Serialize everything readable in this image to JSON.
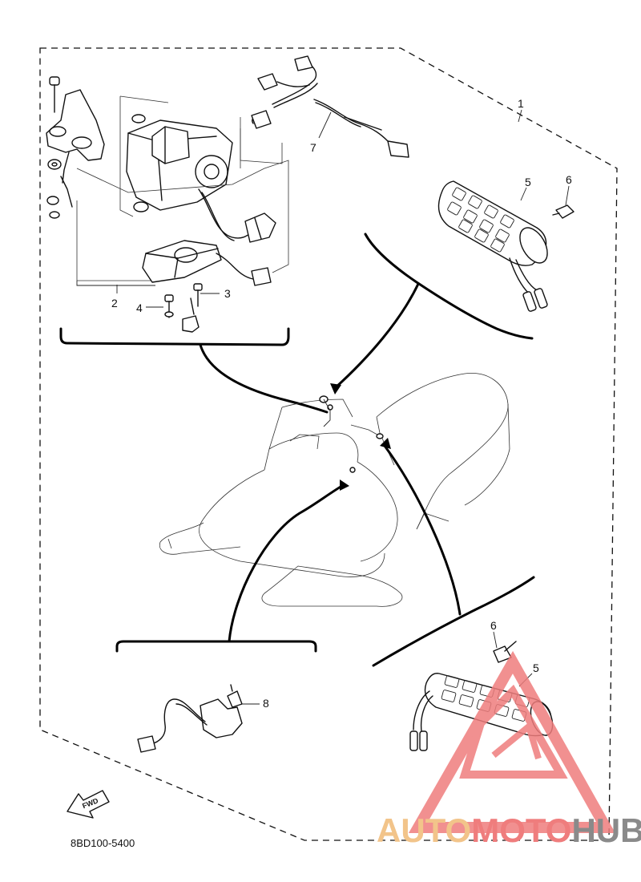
{
  "diagram": {
    "code": "8BD100-5400",
    "fwd_label": "FWD",
    "callouts": {
      "c1": "1",
      "c2": "2",
      "c3": "3",
      "c4": "4",
      "c5_top": "5",
      "c6_top": "6",
      "c7": "7",
      "c8": "8",
      "c6_bottom": "6",
      "c5_bottom": "5"
    }
  },
  "watermark": {
    "part1": "AUTO",
    "part2": "MOTO",
    "part3": "HUB",
    "colors": {
      "auto": "#f2c48a",
      "moto": "#ef7d7d",
      "hub": "#8a8a8a"
    }
  }
}
